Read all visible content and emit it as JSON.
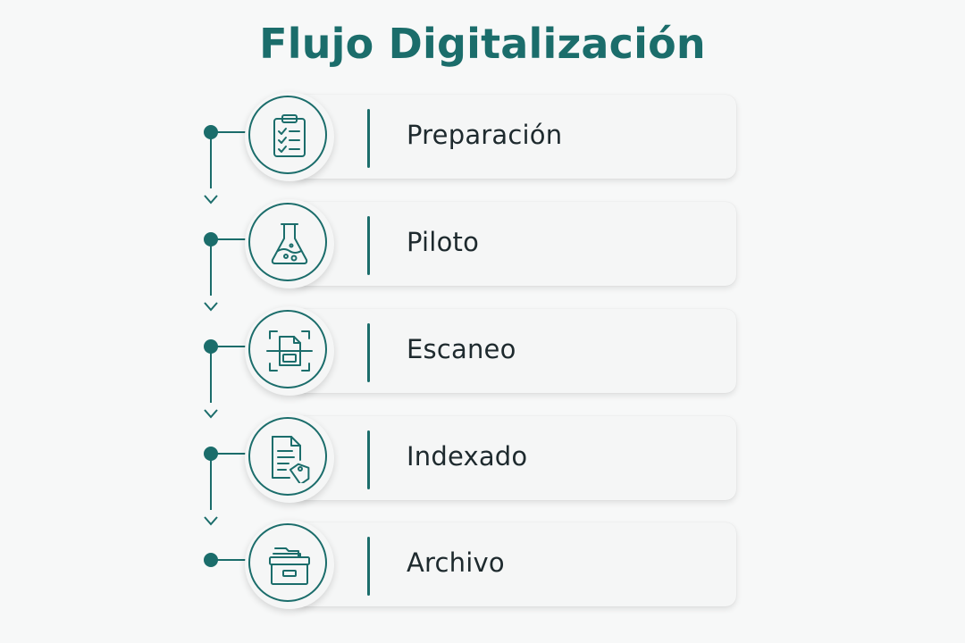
{
  "title": "Flujo Digitalización",
  "colors": {
    "accent": "#1b6d6b",
    "text": "#1e2a2e",
    "card": "#f5f6f6",
    "background": "#f7f8f8"
  },
  "steps": [
    {
      "label": "Preparación",
      "icon": "clipboard-checklist-icon"
    },
    {
      "label": "Piloto",
      "icon": "flask-icon"
    },
    {
      "label": "Escaneo",
      "icon": "document-scan-icon"
    },
    {
      "label": "Indexado",
      "icon": "document-tag-icon"
    },
    {
      "label": "Archivo",
      "icon": "archive-box-icon"
    }
  ]
}
